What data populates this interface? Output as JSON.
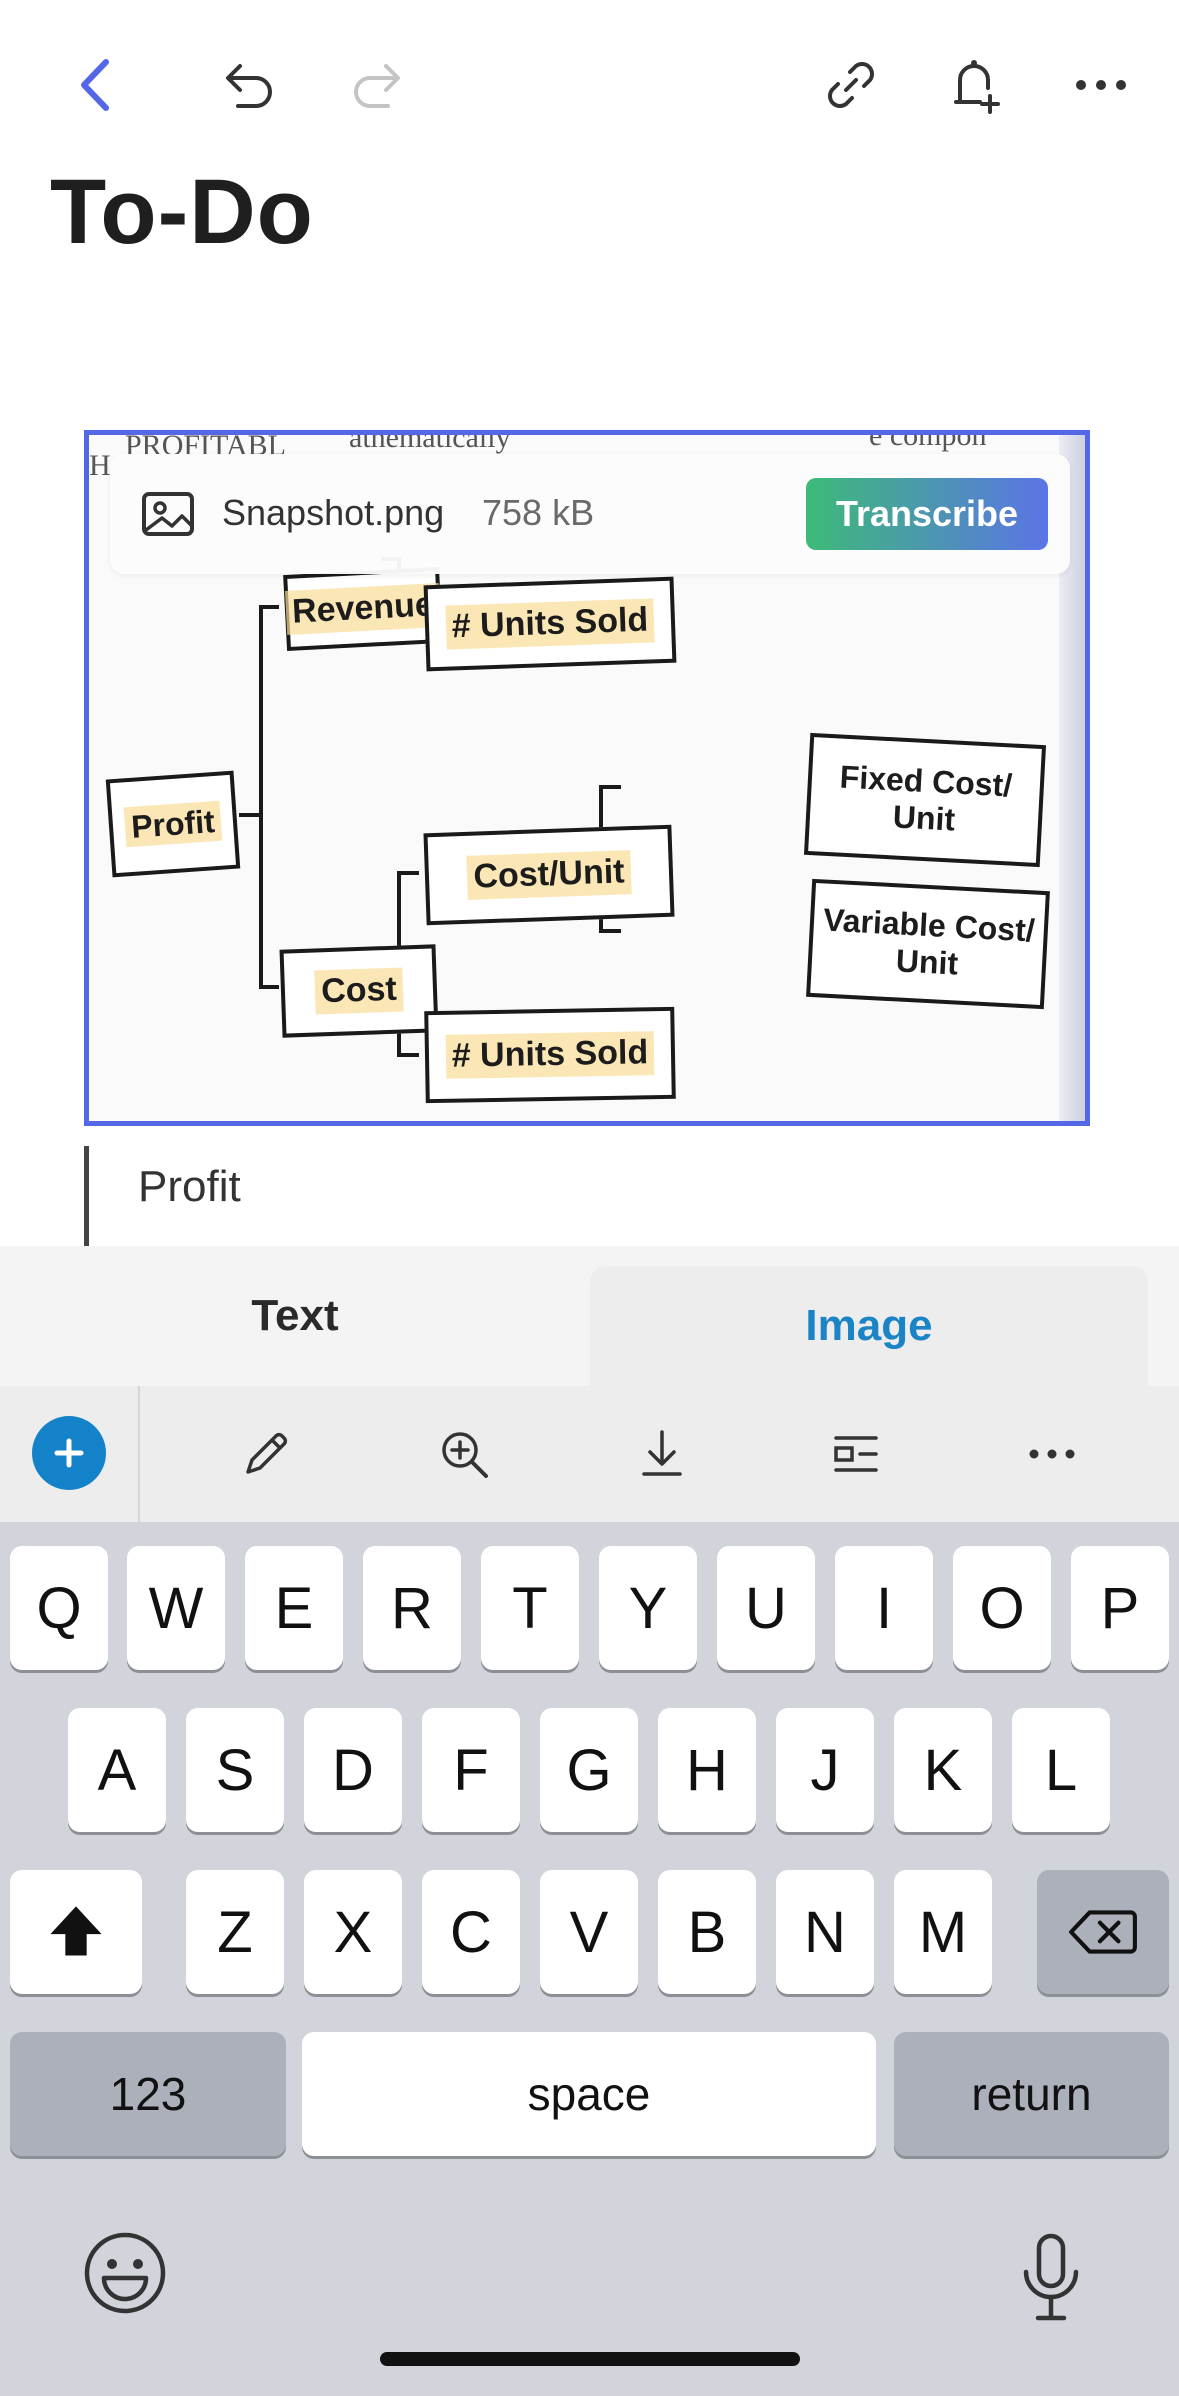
{
  "note": {
    "title": "To-Do",
    "quote_text": "Profit"
  },
  "attachment": {
    "file_name": "Snapshot.png",
    "file_size": "758 kB",
    "transcribe_label": "Transcribe"
  },
  "scan": {
    "fragments": [
      "PROFITABL",
      "athematically",
      "e compon",
      "H"
    ],
    "boxes": {
      "revenue": "Revenue",
      "units_sold_top": "# Units Sold",
      "profit": "Profit",
      "cost_unit": "Cost/Unit",
      "fixed_cost_line1": "Fixed Cost/",
      "fixed_cost_line2": "Unit",
      "variable_cost_line1": "Variable Cost/",
      "variable_cost_line2": "Unit",
      "cost": "Cost",
      "units_sold_bottom": "# Units Sold"
    }
  },
  "tabs": {
    "text_label": "Text",
    "image_label": "Image",
    "active": "Image"
  },
  "colors": {
    "accent_blue": "#5468e7",
    "tab_active": "#1a84c7",
    "add_button": "#1382c9"
  },
  "keyboard": {
    "row1": [
      "Q",
      "W",
      "E",
      "R",
      "T",
      "Y",
      "U",
      "I",
      "O",
      "P"
    ],
    "row2": [
      "A",
      "S",
      "D",
      "F",
      "G",
      "H",
      "J",
      "K",
      "L"
    ],
    "row3": [
      "Z",
      "X",
      "C",
      "V",
      "B",
      "N",
      "M"
    ],
    "numbers_label": "123",
    "space_label": "space",
    "return_label": "return"
  }
}
